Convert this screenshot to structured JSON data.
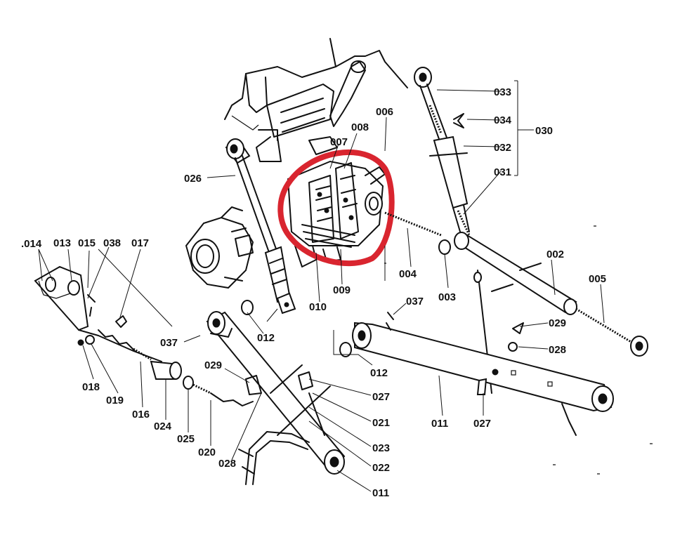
{
  "highlight_color": "#d9252f",
  "labels": {
    "l002": "002",
    "l003": "003",
    "l004": "004",
    "l005": "005",
    "l006": "006",
    "l007": "007",
    "l008": "008",
    "l009": "009",
    "l010": "010",
    "l011a": "011",
    "l011b": "011",
    "l012a": "012",
    "l012b": "012",
    "l013": "013",
    "l014": ".014",
    "l015": "015",
    "l016": "016",
    "l017": "017",
    "l018": "018",
    "l019": "019",
    "l020": "020",
    "l021": "021",
    "l022": "022",
    "l023": "023",
    "l024": "024",
    "l025": "025",
    "l026": "026",
    "l027a": "027",
    "l027b": "027",
    "l028a": "028",
    "l028b": "028",
    "l029a": "029",
    "l029b": "029",
    "l030": "030",
    "l031": "031",
    "l032": "032",
    "l033": "033",
    "l034": "034",
    "l037a": "037",
    "l037b": "037",
    "l038": "038"
  }
}
